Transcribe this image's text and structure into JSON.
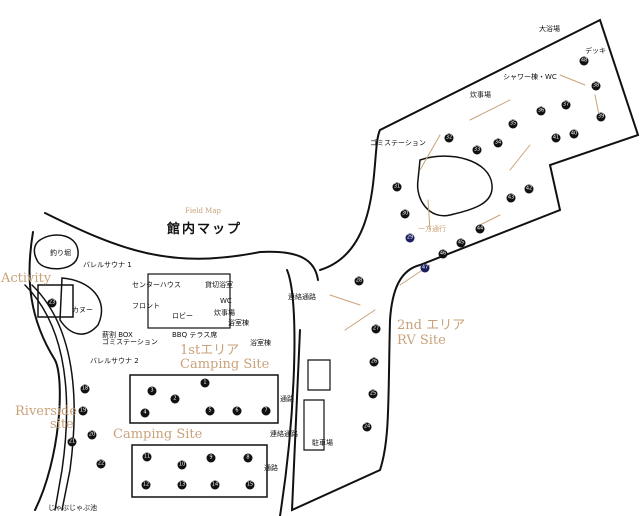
{
  "header": {
    "subtitle": "Field Map",
    "title": "館内マップ"
  },
  "areas": {
    "activity": "Activity",
    "riverside": [
      "Riverside",
      "site"
    ],
    "first": [
      "1stエリア",
      "Camping Site"
    ],
    "camping": "Camping Site",
    "second": [
      "2nd エリア",
      "RV Site"
    ]
  },
  "labels": [
    {
      "id": "pond",
      "text": "釣り堀"
    },
    {
      "id": "sauna1",
      "text": "バレルサウナ 1"
    },
    {
      "id": "canoe",
      "text": "カヌー"
    },
    {
      "id": "firewood",
      "text": "薪割 BOX"
    },
    {
      "id": "garbage1",
      "text": "ゴミステーション"
    },
    {
      "id": "sauna2",
      "text": "バレルサウナ 2"
    },
    {
      "id": "center",
      "text": "センターハウス"
    },
    {
      "id": "private-bath",
      "text": "貸切浴室"
    },
    {
      "id": "wc",
      "text": "WC"
    },
    {
      "id": "front",
      "text": "フロント"
    },
    {
      "id": "lobby",
      "text": "ロビー"
    },
    {
      "id": "kitchen1",
      "text": "炊事場"
    },
    {
      "id": "bath1",
      "text": "浴室棟"
    },
    {
      "id": "bbq",
      "text": "BBQ テラス席"
    },
    {
      "id": "bath2",
      "text": "浴室棟"
    },
    {
      "id": "corridor1",
      "text": "連絡通路"
    },
    {
      "id": "path1",
      "text": "通路"
    },
    {
      "id": "corridor2",
      "text": "連絡通路"
    },
    {
      "id": "path2",
      "text": "通路"
    },
    {
      "id": "splash",
      "text": "じゃぶじゃぶ池"
    },
    {
      "id": "parking",
      "text": "駐車場"
    },
    {
      "id": "oneway",
      "text": "一方通行"
    },
    {
      "id": "garbage2",
      "text": "ゴミステーション"
    },
    {
      "id": "kitchen2",
      "text": "炊事場"
    },
    {
      "id": "shower",
      "text": "シャワー棟・WC"
    },
    {
      "id": "bigbath",
      "text": "大浴場"
    },
    {
      "id": "deck",
      "text": "デッキ"
    }
  ],
  "sites": [
    "1",
    "2",
    "3",
    "4",
    "5",
    "6",
    "7",
    "8",
    "9",
    "10",
    "11",
    "12",
    "13",
    "14",
    "15",
    "18",
    "19",
    "20",
    "21",
    "22",
    "23",
    "24",
    "25",
    "26",
    "27",
    "28",
    "29",
    "30",
    "31",
    "32",
    "33",
    "34",
    "35",
    "36",
    "37",
    "38",
    "39",
    "40",
    "41",
    "42",
    "43",
    "44",
    "45",
    "46",
    "47",
    "48"
  ],
  "highlighted_sites": [
    "29",
    "47"
  ],
  "colors": {
    "accent": "#c9a27a",
    "ink": "#111111",
    "highlight": "#1a1f5c"
  }
}
